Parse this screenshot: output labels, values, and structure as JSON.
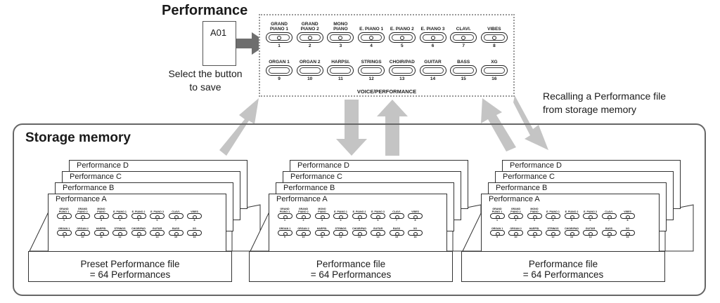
{
  "title": "Performance",
  "current_slot": "A01",
  "save_caption": [
    "Select the button",
    "to save"
  ],
  "recall_caption": [
    "Recalling a Performance file",
    "from storage memory"
  ],
  "panel": {
    "label": "VOICE/PERFORMANCE",
    "buttons": [
      {
        "label": "GRAND\nPIANO 1",
        "number": "1"
      },
      {
        "label": "GRAND\nPIANO 2",
        "number": "2"
      },
      {
        "label": "MONO\nPIANO",
        "number": "3"
      },
      {
        "label": "E. PIANO 1",
        "number": "4"
      },
      {
        "label": "E. PIANO 2",
        "number": "5"
      },
      {
        "label": "E. PIANO 3",
        "number": "6"
      },
      {
        "label": "CLAVI.",
        "number": "7"
      },
      {
        "label": "VIBES",
        "number": "8"
      },
      {
        "label": "ORGAN 1",
        "number": "9"
      },
      {
        "label": "ORGAN 2",
        "number": "10"
      },
      {
        "label": "HARPSI.",
        "number": "11"
      },
      {
        "label": "STRINGS",
        "number": "12"
      },
      {
        "label": "CHOIR/PAD",
        "number": "13"
      },
      {
        "label": "GUITAR",
        "number": "14"
      },
      {
        "label": "BASS",
        "number": "15"
      },
      {
        "label": "XG",
        "number": "16"
      }
    ]
  },
  "storage": {
    "title": "Storage memory",
    "sheet_labels": [
      "Performance D",
      "Performance C",
      "Performance B",
      "Performance A"
    ],
    "trays": [
      {
        "caption": [
          "Preset Performance file",
          "= 64 Performances"
        ]
      },
      {
        "caption": [
          "Performance file",
          "= 64 Performances"
        ]
      },
      {
        "caption": [
          "Performance file",
          "= 64 Performances"
        ]
      }
    ]
  },
  "colors": {
    "arrow_dark": "#6e6e6e",
    "arrow_light": "#c4c4c4",
    "frame": "#666666",
    "panel_border": "#999999"
  }
}
